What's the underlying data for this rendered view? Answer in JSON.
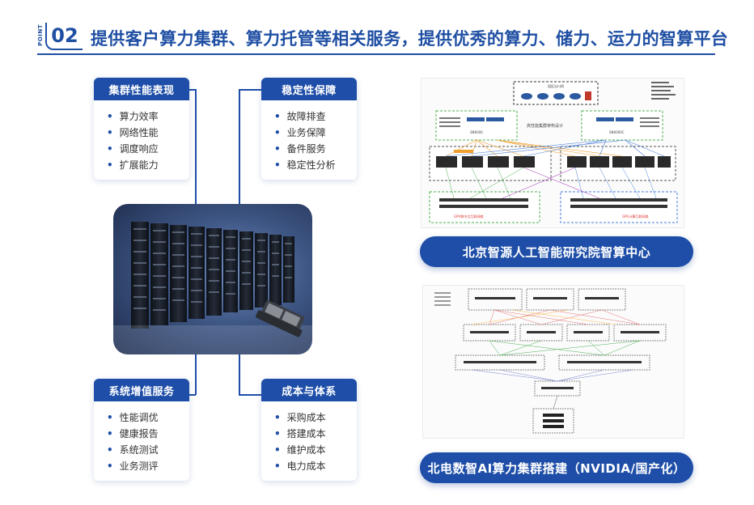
{
  "header": {
    "point_label": "POINT",
    "point_number": "02",
    "title": "提供客户算力集群、算力托管等相关服务，提供优秀的算力、储力、运力的智算平台"
  },
  "cards": [
    {
      "title": "集群性能表现",
      "items": [
        "算力效率",
        "网络性能",
        "调度响应",
        "扩展能力"
      ]
    },
    {
      "title": "稳定性保障",
      "items": [
        "故障排查",
        "业务保障",
        "备件服务",
        "稳定性分析"
      ]
    },
    {
      "title": "系统增值服务",
      "items": [
        "性能调优",
        "健康报告",
        "系统测试",
        "业务测评"
      ]
    },
    {
      "title": "成本与体系",
      "items": [
        "采购成本",
        "搭建成本",
        "维护成本",
        "电力成本"
      ]
    }
  ],
  "diagram1": {
    "top_box": "园区出口网",
    "center_label": "高性能集群架构设计",
    "left_switch": "SN6000",
    "right_switch": "SN6000C",
    "bottom_left_note": "GPU跨节点互联网络",
    "bottom_right_note": "GPU计算互联网络"
  },
  "captions": {
    "project1": "北京智源人工智能研究院智算中心",
    "project2": "北电数智AI算力集群搭建（NVIDIA/国产化）"
  },
  "colors": {
    "brand_blue": "#1e4ea8",
    "accent_green": "#4caf50",
    "accent_orange": "#f0a030",
    "accent_blue_dashed": "#4a7fd8"
  }
}
